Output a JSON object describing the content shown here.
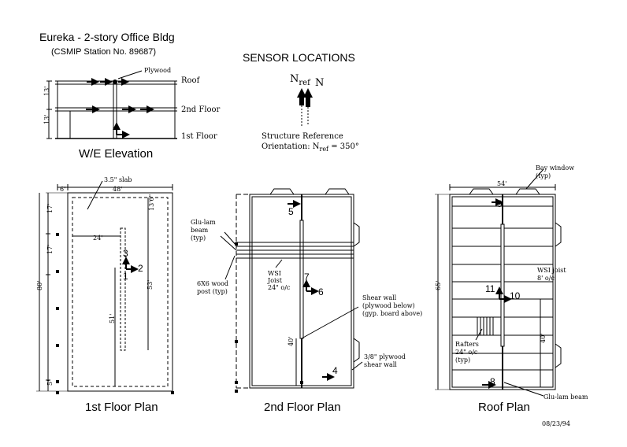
{
  "header": {
    "title": "Eureka - 2-story Office Bldg",
    "station": "(CSMIP Station No. 89687)",
    "heading": "SENSOR LOCATIONS"
  },
  "north": {
    "nref_label": "N",
    "nref_sub": "ref",
    "n_label": "N",
    "orientation_line1": "Structure Reference",
    "orientation_line2_prefix": "Orientation: N",
    "orientation_sub": "ref",
    "orientation_value": " = 350°"
  },
  "elevation": {
    "caption": "W/E Elevation",
    "plywood": "Plywood",
    "roof": "Roof",
    "second": "2nd Floor",
    "first": "1st Floor",
    "dim_upper": "13'",
    "dim_lower": "13'"
  },
  "plan1": {
    "caption": "1st Floor Plan",
    "slab": "3.5\" slab",
    "dim_top_small": "6'",
    "dim_top": "48'",
    "dim_left_total": "80'",
    "dim_17a": "17'",
    "dim_17b": "17'",
    "dim_5": "5'",
    "dim_24": "24'",
    "dim_13_6": "13'6\"",
    "dim_53": "53'",
    "dim_51": "51'",
    "sensor_1": "1",
    "sensor_2": "2",
    "sensor_3": "3"
  },
  "plan2": {
    "caption": "2nd Floor Plan",
    "glulam": [
      "Glu-lam",
      "beam",
      "(typ)"
    ],
    "post": [
      "6X6 wood",
      "post (typ)"
    ],
    "wsi": [
      "WSI",
      "Joist",
      "24\" o/c"
    ],
    "shear": [
      "Shear wall",
      "(plywood below)",
      "(gyp. board above)"
    ],
    "ply": [
      "3/8\" plywood",
      "shear wall"
    ],
    "dim_40": "40'",
    "sensor_4": "4",
    "sensor_5": "5",
    "sensor_6": "6",
    "sensor_7": "7"
  },
  "plan3": {
    "caption": "Roof Plan",
    "bay": [
      "Bay window",
      "(typ)"
    ],
    "wsi": [
      "WSI joist",
      "8' o/c"
    ],
    "rafters": [
      "Rafters",
      "24\" o/c",
      "(typ)"
    ],
    "glulam": "Glu-lam beam",
    "dim_54": "54'",
    "dim_65": "65'",
    "dim_40": "40'",
    "sensor_8": "8",
    "sensor_9": "9",
    "sensor_10": "10",
    "sensor_11": "11"
  },
  "date": "08/23/94"
}
